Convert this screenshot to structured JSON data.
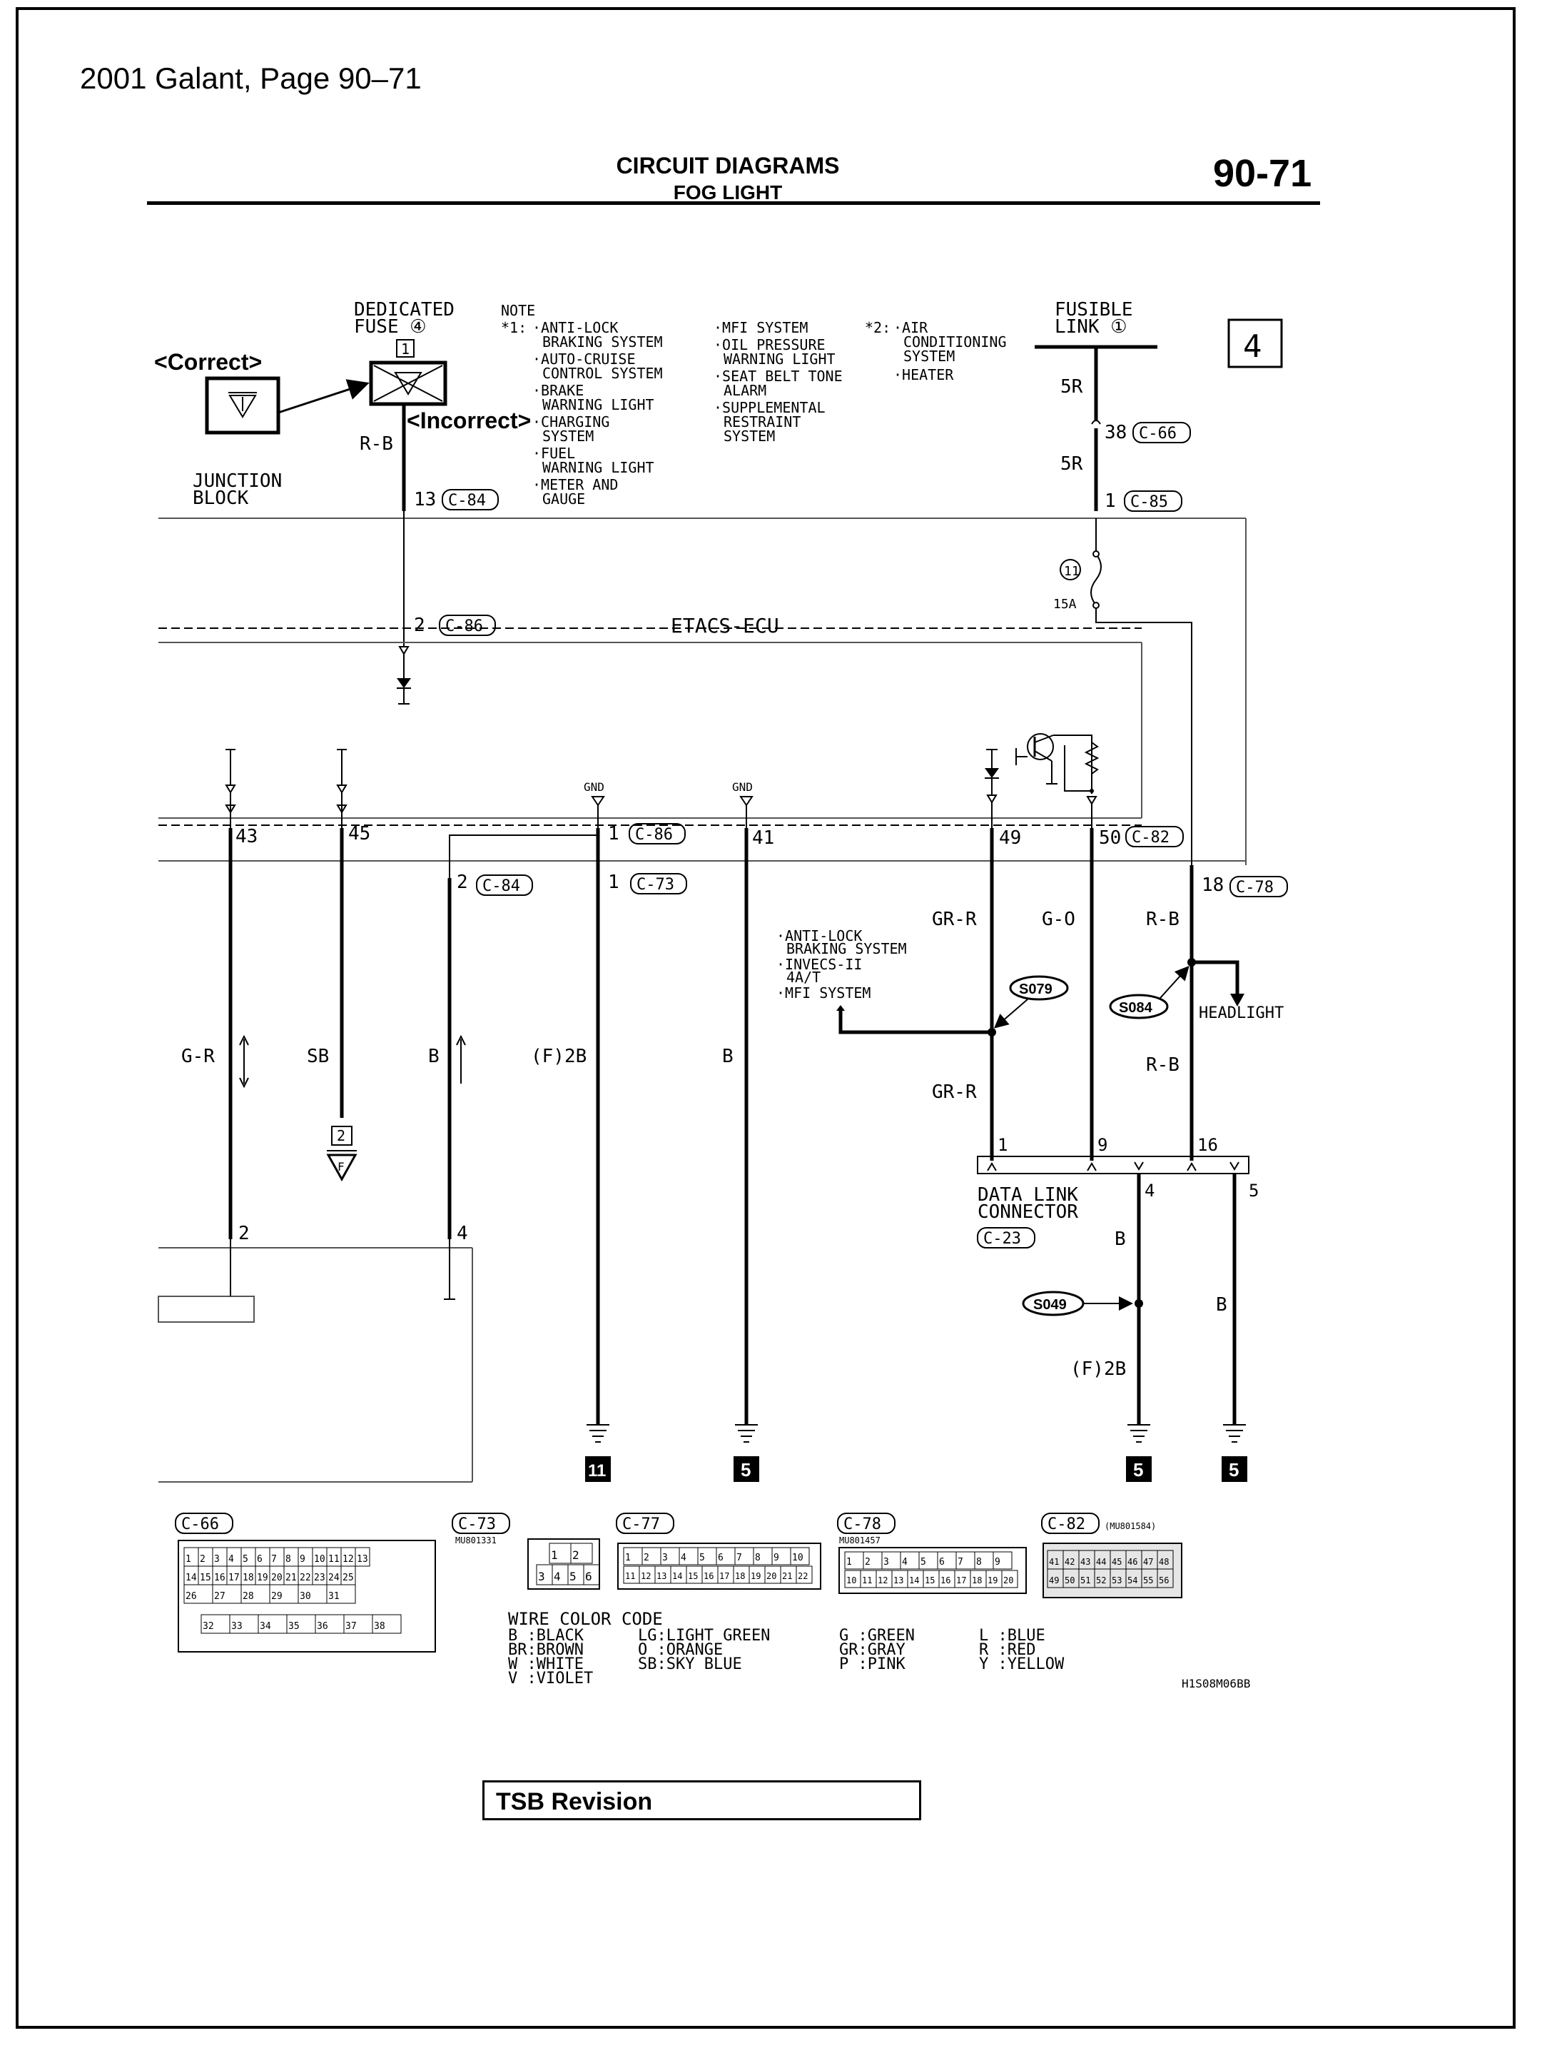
{
  "page": {
    "reference": "2001 Galant, Page 90–71",
    "header_title": "CIRCUIT DIAGRAMS",
    "header_subtitle": "FOG LIGHT",
    "page_number": "90-71",
    "tsb_label": "TSB Revision"
  },
  "diagram": {
    "top_left": {
      "dedicated_fuse_label": "DEDICATED",
      "dedicated_fuse_label2": "FUSE ④",
      "fuse_pin": "1",
      "correct_label": "<Correct>",
      "incorrect_label": "<Incorrect>",
      "wire_rb": "R-B",
      "junction_block": "JUNCTION",
      "junction_block2": "BLOCK",
      "pin13": "13",
      "c84a": "C-84"
    },
    "notes": {
      "note_title": "NOTE",
      "note1_prefix": "*1:",
      "col1": [
        "·ANTI-LOCK",
        "BRAKING SYSTEM",
        "·AUTO-CRUISE",
        "CONTROL SYSTEM",
        "·BRAKE",
        "WARNING LIGHT",
        "·CHARGING",
        "SYSTEM",
        "·FUEL",
        "WARNING LIGHT",
        "·METER AND",
        "GAUGE"
      ],
      "col2": [
        "·MFI SYSTEM",
        "·OIL PRESSURE",
        "WARNING LIGHT",
        "·SEAT BELT TONE",
        "ALARM",
        "·SUPPLEMENTAL",
        "RESTRAINT",
        "SYSTEM"
      ],
      "col3_prefix": "*2:",
      "col3": [
        "·AIR",
        "CONDITIONING",
        "SYSTEM",
        "·HEATER"
      ]
    },
    "top_right": {
      "fusible_link": "FUSIBLE",
      "fusible_link2": "LINK ①",
      "box_num": "4",
      "wire_5r_a": "5R",
      "pin38": "38",
      "c66": "C-66",
      "wire_5r_b": "5R",
      "pin1": "1",
      "c85": "C-85",
      "fuse11": "11",
      "fuse15a": "15A"
    },
    "etacs": {
      "pin2": "2",
      "c86a": "C-86",
      "ecu_label": "ETACS-ECU",
      "gnd_a": "GND",
      "gnd_b": "GND"
    },
    "pins": {
      "p43": "43",
      "p45": "45",
      "p1_c86": "1",
      "c86b": "C-86",
      "p41": "41",
      "p49": "49",
      "p50": "50",
      "c82": "C-82",
      "p2_c84": "2",
      "c84b": "C-84",
      "p1_c73": "1",
      "c73": "C-73",
      "p18": "18",
      "c78": "C-78"
    },
    "wires": {
      "gr": "G-R",
      "sb": "SB",
      "b1": "B",
      "f2b_a": "(F)2B",
      "b2": "B",
      "grr_a": "GR-R",
      "go": "G-O",
      "rb_a": "R-B",
      "grr_b": "GR-R",
      "rb_b": "R-B",
      "b3": "B",
      "b4": "B",
      "f2b_b": "(F)2B"
    },
    "mfi_note": [
      "·ANTI-LOCK",
      "BRAKING SYSTEM",
      "·INVECS-II",
      "4A/T",
      "·MFI SYSTEM"
    ],
    "splices": {
      "s079": "S079",
      "s084": "S084",
      "s049": "S049"
    },
    "headlight": "HEADLIGHT",
    "connector_f": "F",
    "connector_f_pin": "2",
    "dlc": {
      "name1": "DATA LINK",
      "name2": "CONNECTOR",
      "code": "C-23",
      "p1": "1",
      "p9": "9",
      "p16": "16",
      "p4": "4",
      "p5": "5"
    },
    "lower_pins": {
      "p2": "2",
      "p4": "4"
    },
    "grounds": {
      "g11": "11",
      "g5a": "5",
      "g5b": "5",
      "g5c": "5"
    },
    "connectors": {
      "c66": "C-66",
      "c73": "C-73",
      "c73_part": "MU801331",
      "c77": "C-77",
      "c78": "C-78",
      "c78_part": "MU801457",
      "c82": "C-82",
      "c82_part": "(MU801584)",
      "c66_row1": [
        "1",
        "2",
        "3",
        "4",
        "5",
        "6",
        "7",
        "8",
        "9",
        "10",
        "11",
        "12",
        "13"
      ],
      "c66_row2": [
        "14",
        "15",
        "16",
        "17",
        "18",
        "19",
        "20",
        "21",
        "22",
        "23",
        "24",
        "25"
      ],
      "c66_row3": [
        "26",
        "27",
        "28",
        "29",
        "30",
        "31"
      ],
      "c66_row4": [
        "32",
        "33",
        "34",
        "35",
        "36",
        "37",
        "38"
      ],
      "c73_row1": [
        "1",
        "2"
      ],
      "c73_row2": [
        "3",
        "4",
        "5",
        "6"
      ],
      "c77_row1": [
        "1",
        "2",
        "3",
        "4",
        "5",
        "6",
        "7",
        "8",
        "9",
        "10"
      ],
      "c77_row2": [
        "11",
        "12",
        "13",
        "14",
        "15",
        "16",
        "17",
        "18",
        "19",
        "20",
        "21",
        "22"
      ],
      "c78_row1": [
        "1",
        "2",
        "3",
        "4",
        "5",
        "6",
        "7",
        "8",
        "9"
      ],
      "c78_row2": [
        "10",
        "11",
        "12",
        "13",
        "14",
        "15",
        "16",
        "17",
        "18",
        "19",
        "20"
      ],
      "c82_row1": [
        "41",
        "42",
        "43",
        "44",
        "45",
        "46",
        "47",
        "48"
      ],
      "c82_row2": [
        "49",
        "50",
        "51",
        "52",
        "53",
        "54",
        "55",
        "56"
      ]
    },
    "wire_color_code": {
      "title": "WIRE COLOR CODE",
      "col1": [
        "B :BLACK",
        "BR:BROWN",
        "W :WHITE",
        "V :VIOLET"
      ],
      "col2": [
        "LG:LIGHT GREEN",
        "O :ORANGE",
        "SB:SKY BLUE"
      ],
      "col3": [
        "G :GREEN",
        "GR:GRAY",
        "P :PINK"
      ],
      "col4": [
        "L :BLUE",
        "R :RED",
        "Y :YELLOW"
      ]
    },
    "drawing_code": "H1S08M06BB"
  }
}
